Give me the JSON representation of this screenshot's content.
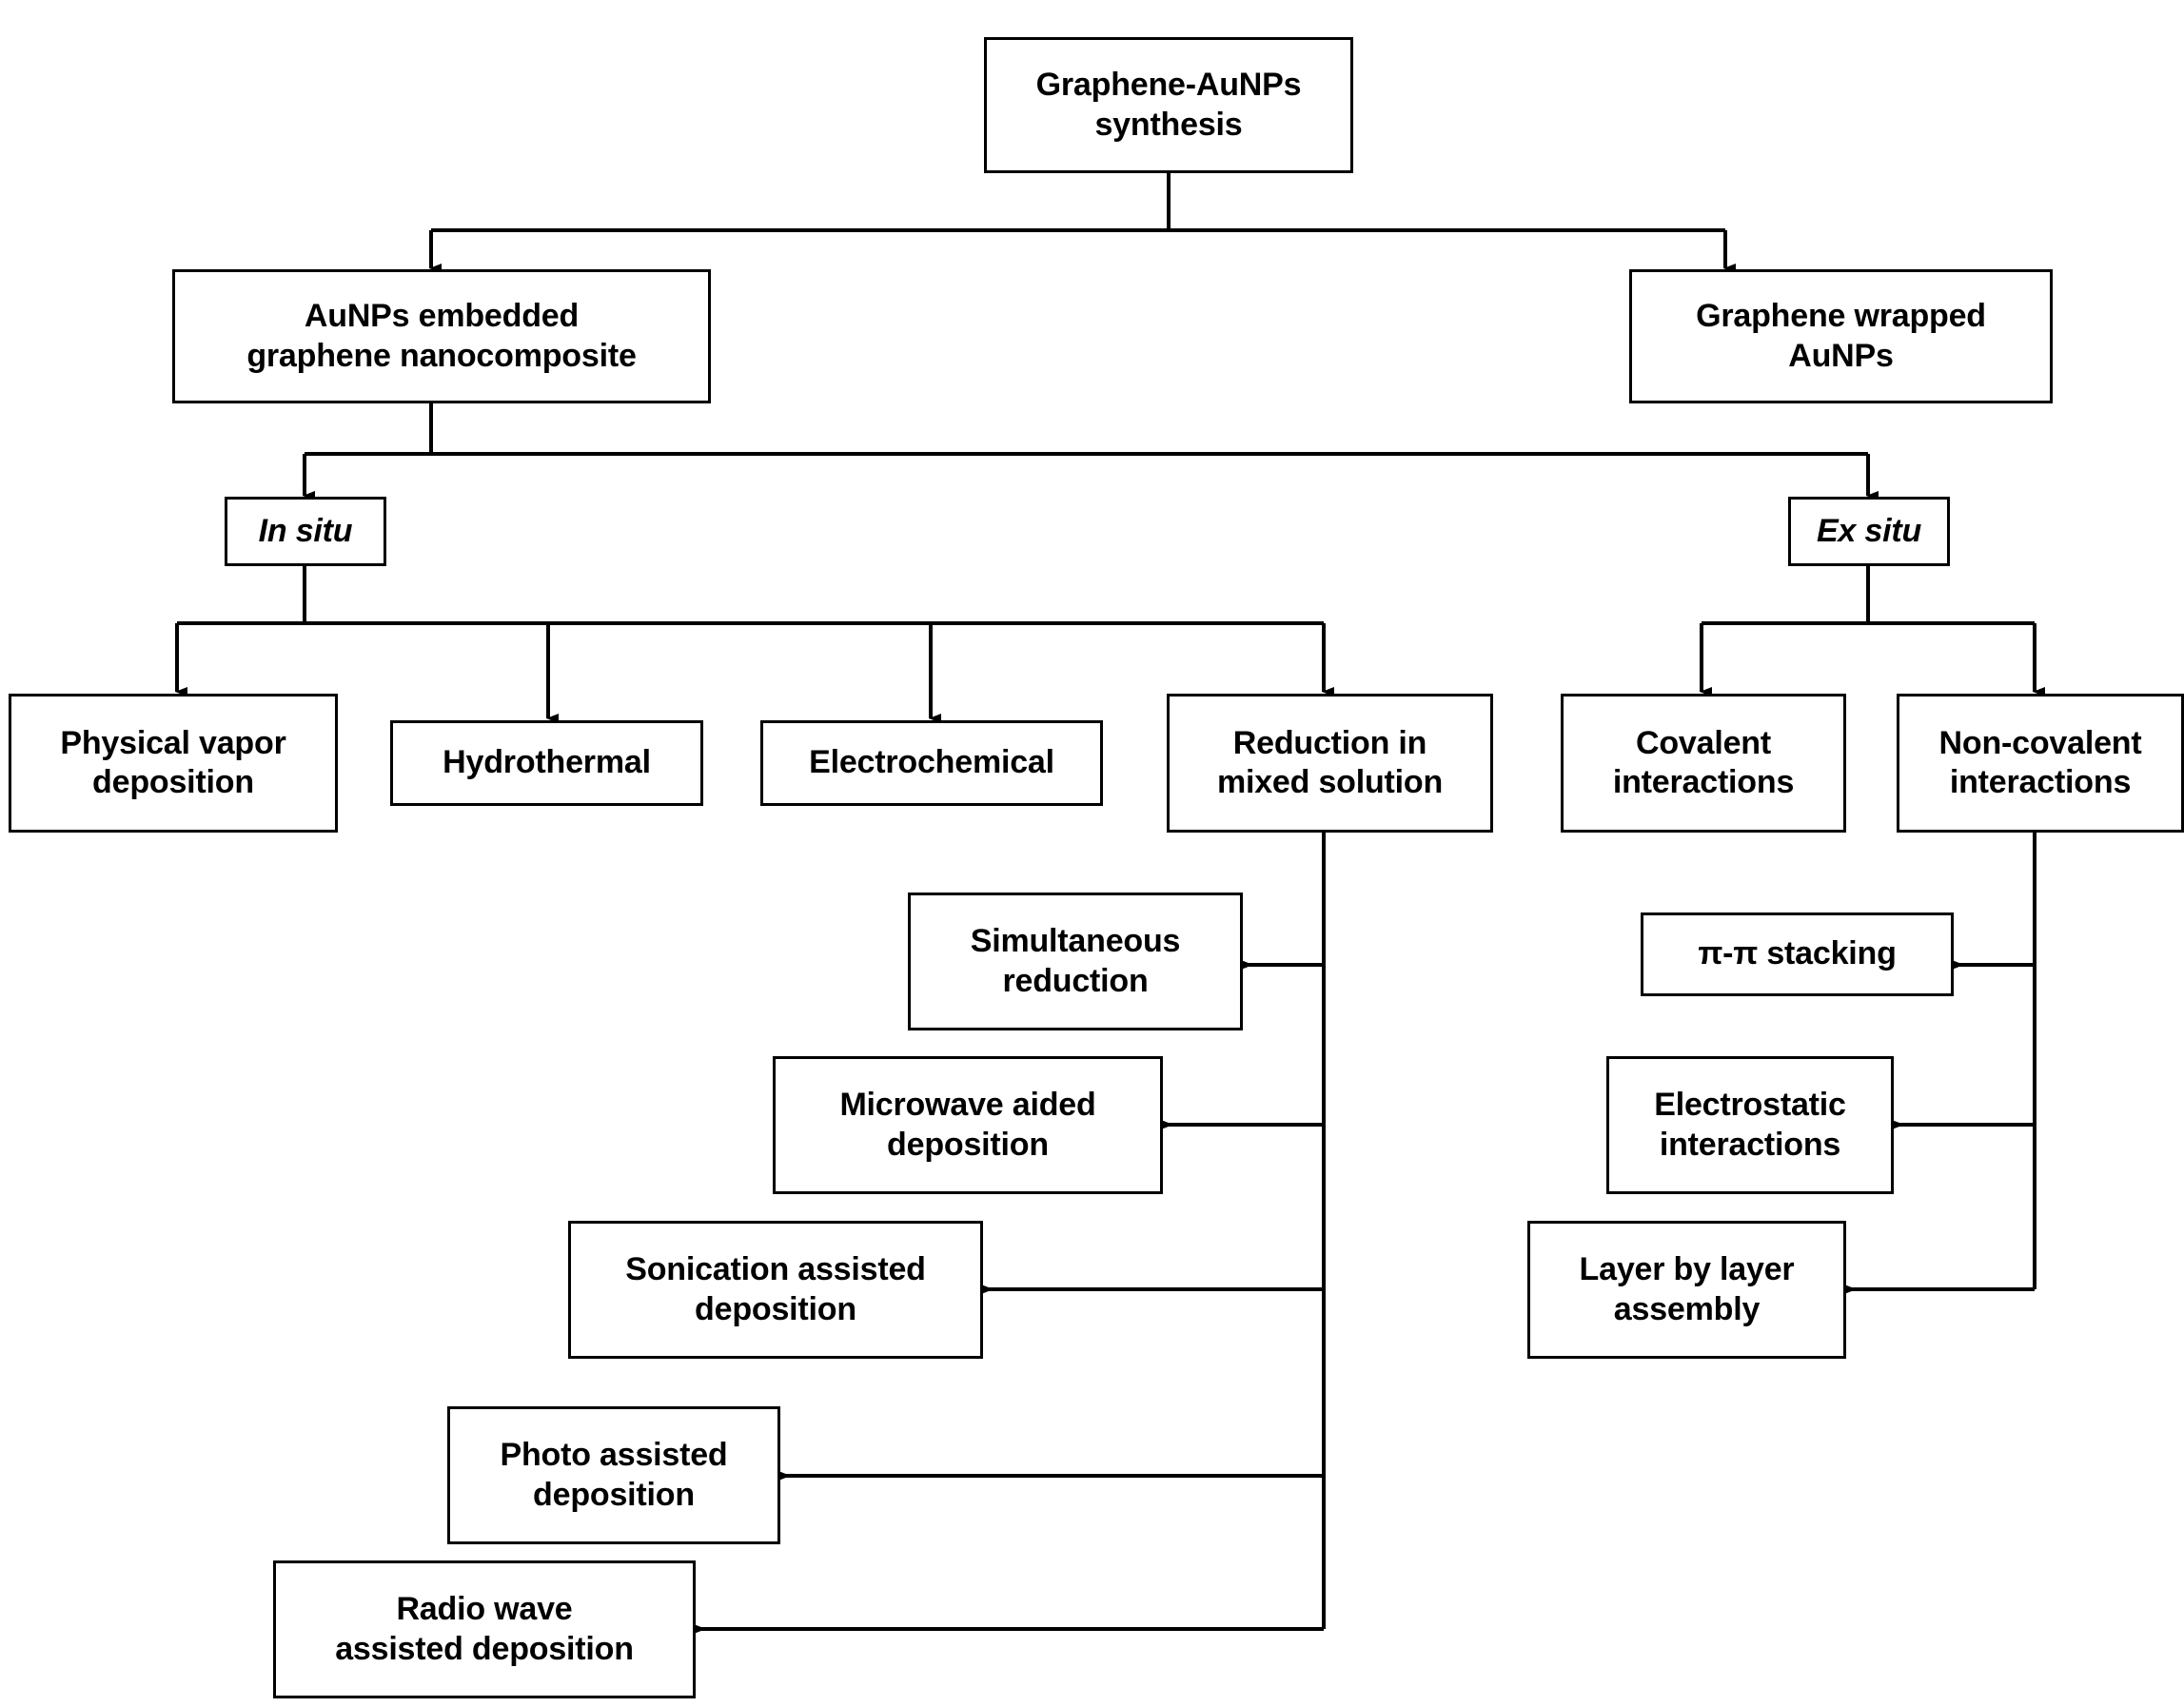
{
  "diagram": {
    "title": "Graphene-AuNPs synthesis flowchart",
    "background_color": "#ffffff",
    "line_color": "#000000",
    "text_color": "#000000",
    "nodes": {
      "root": "Graphene-AuNPs\nsynthesis",
      "embedded": "AuNPs embedded\ngraphene nanocomposite",
      "wrapped": "Graphene wrapped\nAuNPs",
      "in_situ": "In situ",
      "ex_situ": "Ex situ",
      "pvd": "Physical vapor\ndeposition",
      "hydrothermal": "Hydrothermal",
      "electrochemical": "Electrochemical",
      "reduction": "Reduction in\nmixed solution",
      "covalent": "Covalent\ninteractions",
      "noncovalent": "Non-covalent\ninteractions",
      "simultaneous": "Simultaneous\nreduction",
      "microwave": "Microwave aided\ndeposition",
      "sonication": "Sonication assisted\ndeposition",
      "photo": "Photo assisted\ndeposition",
      "radio": "Radio wave\nassisted deposition",
      "pi_stacking": "π-π stacking",
      "electrostatic": "Electrostatic\ninteractions",
      "layer": "Layer by layer\nassembly"
    },
    "edges": [
      {
        "from": "root",
        "to": "embedded"
      },
      {
        "from": "root",
        "to": "wrapped"
      },
      {
        "from": "embedded",
        "to": "in_situ"
      },
      {
        "from": "embedded",
        "to": "ex_situ"
      },
      {
        "from": "in_situ",
        "to": "pvd"
      },
      {
        "from": "in_situ",
        "to": "hydrothermal"
      },
      {
        "from": "in_situ",
        "to": "electrochemical"
      },
      {
        "from": "in_situ",
        "to": "reduction"
      },
      {
        "from": "ex_situ",
        "to": "covalent"
      },
      {
        "from": "ex_situ",
        "to": "noncovalent"
      },
      {
        "from": "reduction",
        "to": "simultaneous"
      },
      {
        "from": "reduction",
        "to": "microwave"
      },
      {
        "from": "reduction",
        "to": "sonication"
      },
      {
        "from": "reduction",
        "to": "photo"
      },
      {
        "from": "reduction",
        "to": "radio"
      },
      {
        "from": "noncovalent",
        "to": "pi_stacking"
      },
      {
        "from": "noncovalent",
        "to": "electrostatic"
      },
      {
        "from": "noncovalent",
        "to": "layer"
      }
    ]
  }
}
